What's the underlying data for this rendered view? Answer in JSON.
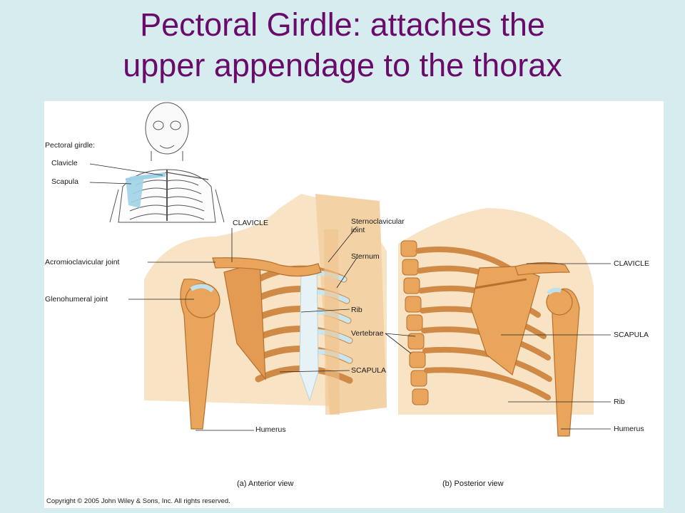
{
  "title": {
    "line1": "Pectoral Girdle: attaches the",
    "line2": "upper appendage to the thorax"
  },
  "inset": {
    "heading": "Pectoral girdle:",
    "clavicle": "Clavicle",
    "scapula": "Scapula"
  },
  "anterior": {
    "clavicle": "CLAVICLE",
    "sternoclavicular_1": "Sternoclavicular",
    "sternoclavicular_2": "joint",
    "sternum": "Sternum",
    "acromioclavicular": "Acromioclavicular joint",
    "glenohumeral": "Glenohumeral joint",
    "rib": "Rib",
    "vertebrae": "Vertebrae",
    "scapula": "SCAPULA",
    "humerus": "Humerus",
    "caption": "(a) Anterior view"
  },
  "posterior": {
    "clavicle": "CLAVICLE",
    "scapula": "SCAPULA",
    "rib": "Rib",
    "humerus": "Humerus",
    "caption": "(b) Posterior view"
  },
  "copyright": "Copyright © 2005 John Wiley & Sons, Inc.  All rights reserved.",
  "colors": {
    "title": "#6a0a6a",
    "background": "#d6ecee",
    "skin": "#f8e3c4",
    "bone": "#e9a55c",
    "bone_dark": "#c9793a",
    "cartilage": "#bfe3ee",
    "highlight": "#9fd3e8"
  }
}
